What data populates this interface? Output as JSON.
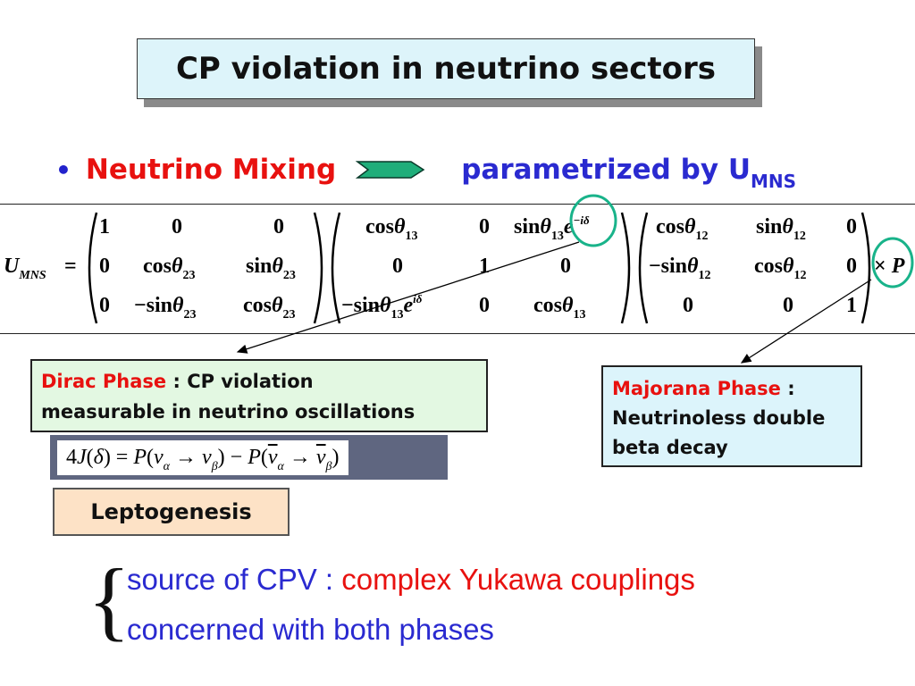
{
  "title": "CP violation in neutrino sectors",
  "bullet": {
    "marker": "•",
    "left_text": "Neutrino Mixing",
    "right_text": "parametrized by U",
    "right_sub": "MNS"
  },
  "matrix": {
    "lhs": "U",
    "lhs_sub": "MNS",
    "equals": "=",
    "m1": [
      [
        "1",
        "0",
        "0"
      ],
      [
        "0",
        "cosθ23",
        "sinθ23"
      ],
      [
        "0",
        "−sinθ23",
        "cosθ23"
      ]
    ],
    "m2": [
      [
        "cosθ13",
        "0",
        "sinθ13e−iδ"
      ],
      [
        "0",
        "1",
        "0"
      ],
      [
        "−sinθ13eiδ",
        "0",
        "cosθ13"
      ]
    ],
    "m3": [
      [
        "cosθ12",
        "sinθ12",
        "0"
      ],
      [
        "−sinθ12",
        "cosθ12",
        "0"
      ],
      [
        "0",
        "0",
        "1"
      ]
    ],
    "times_p": "× P"
  },
  "dirac": {
    "label": "Dirac Phase",
    "colon": " : CP violation",
    "line2": "measurable in  neutrino oscillations"
  },
  "majorana": {
    "label": "Majorana Phase",
    "colon": " :",
    "line2": "Neutrinoless double",
    "line3": "beta decay"
  },
  "formula": "4J(δ) = P(να → νβ) − P(ν̄α → ν̄β)",
  "leptogenesis": "Leptogenesis",
  "source": {
    "prefix": "source of CPV : ",
    "highlight": "complex Yukawa  couplings",
    "line2": "concerned with both phases"
  },
  "colors": {
    "red": "#e8110f",
    "blue": "#2a2ad0",
    "circle": "#19b38a",
    "arrow_fill": "#1fae7a",
    "title_bg": "#ddf4fa",
    "dirac_bg": "#e3f8e2",
    "majorana_bg": "#dcf4fb",
    "lepto_bg": "#fde2c6"
  }
}
